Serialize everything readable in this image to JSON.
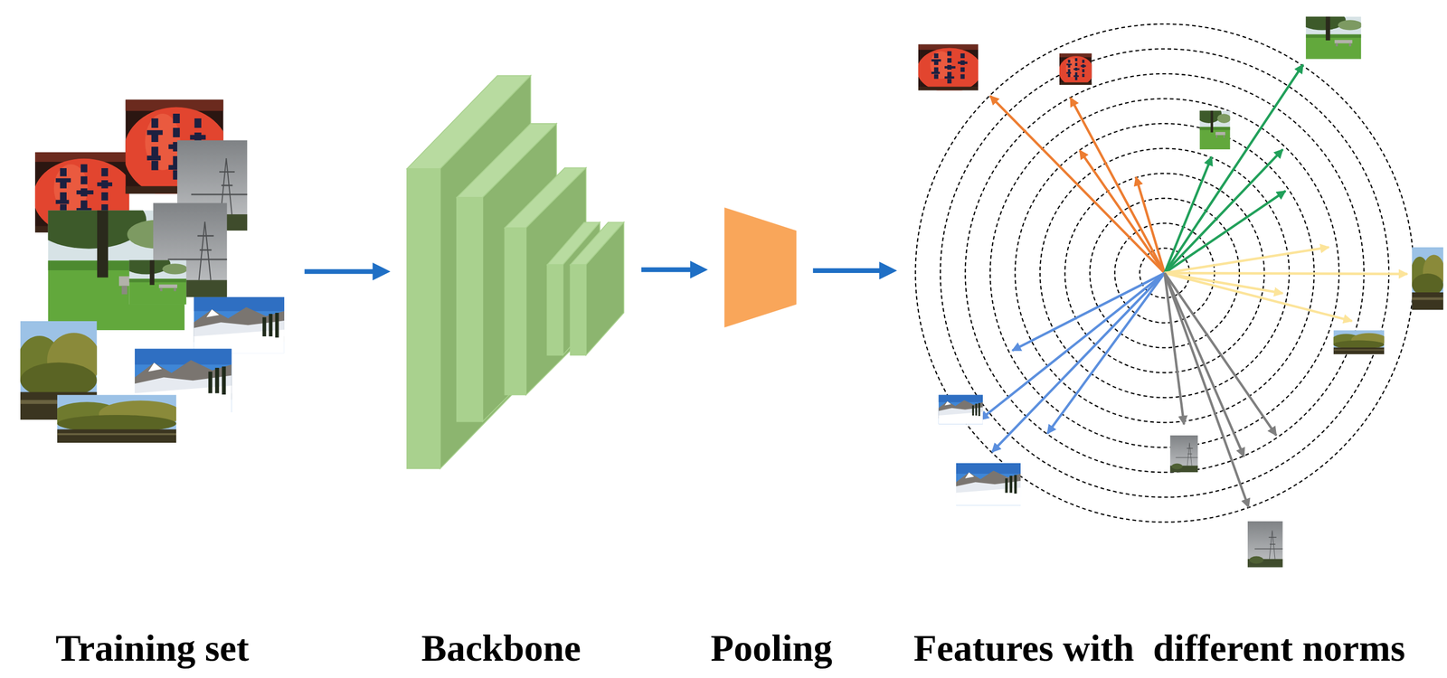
{
  "diagram": {
    "nodes": [
      {
        "text": [
          "Training set"
        ]
      },
      {
        "text": [
          "Backbone"
        ]
      },
      {
        "text": [
          "Pooling"
        ]
      },
      {
        "text": [
          "Features with  different norms"
        ]
      }
    ],
    "edges": [
      {
        "from": 0,
        "to": 1,
        "arrow": "to"
      },
      {
        "from": 1,
        "to": 2,
        "arrow": "to"
      },
      {
        "from": 2,
        "to": 3,
        "arrow": "to"
      }
    ]
  }
}
